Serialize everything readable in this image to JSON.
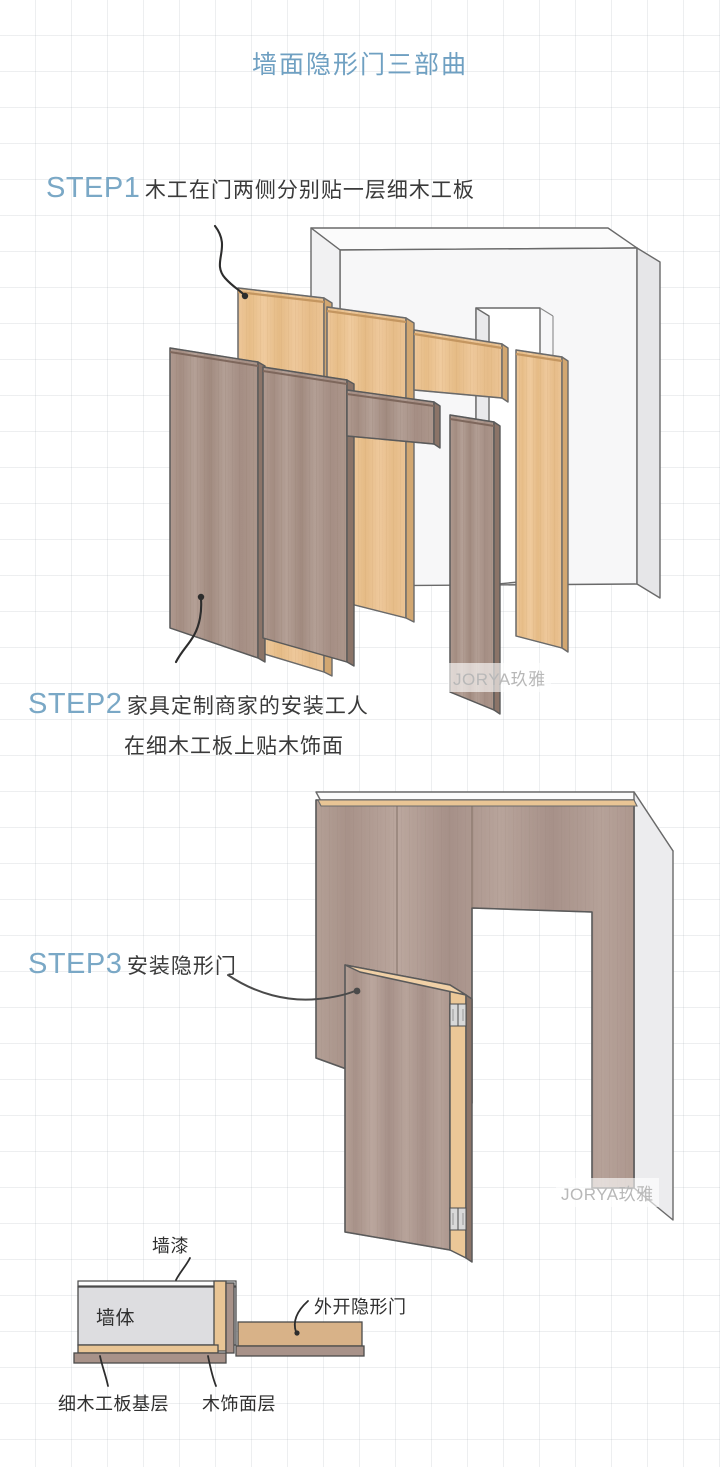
{
  "page": {
    "title": "墙面隐形门三部曲",
    "background_color": "#ffffff",
    "grid_color": "#969ea8",
    "accent_blue": "#7aa8c6",
    "text_dark": "#3a3a3a"
  },
  "steps": [
    {
      "tag": "STEP1",
      "desc_line1": "木工在门两侧分别贴一层细木工板",
      "desc_line2": ""
    },
    {
      "tag": "STEP2",
      "desc_line1": "家具定制商家的安装工人",
      "desc_line2": "在细木工板上贴木饰面"
    },
    {
      "tag": "STEP3",
      "desc_line1": "安装隐形门",
      "desc_line2": ""
    }
  ],
  "cross_section": {
    "wall_paint_label": "墙漆",
    "wall_body_label": "墙体",
    "outward_door_label": "外开隐形门",
    "blockboard_label": "细木工板基层",
    "veneer_label": "木饰面层"
  },
  "watermark": {
    "text": "JORYA玖雅"
  },
  "materials": {
    "blockboard_color": "#eac693",
    "blockboard_edge": "#c79a60",
    "veneer_color": "#ab958a",
    "veneer_edge": "#8a7268",
    "wall_white": "#f4f4f5",
    "wall_white_shade": "#e7e7e9",
    "wall_body_gray": "#dcdcdd",
    "outline": "#4b4b4b"
  }
}
